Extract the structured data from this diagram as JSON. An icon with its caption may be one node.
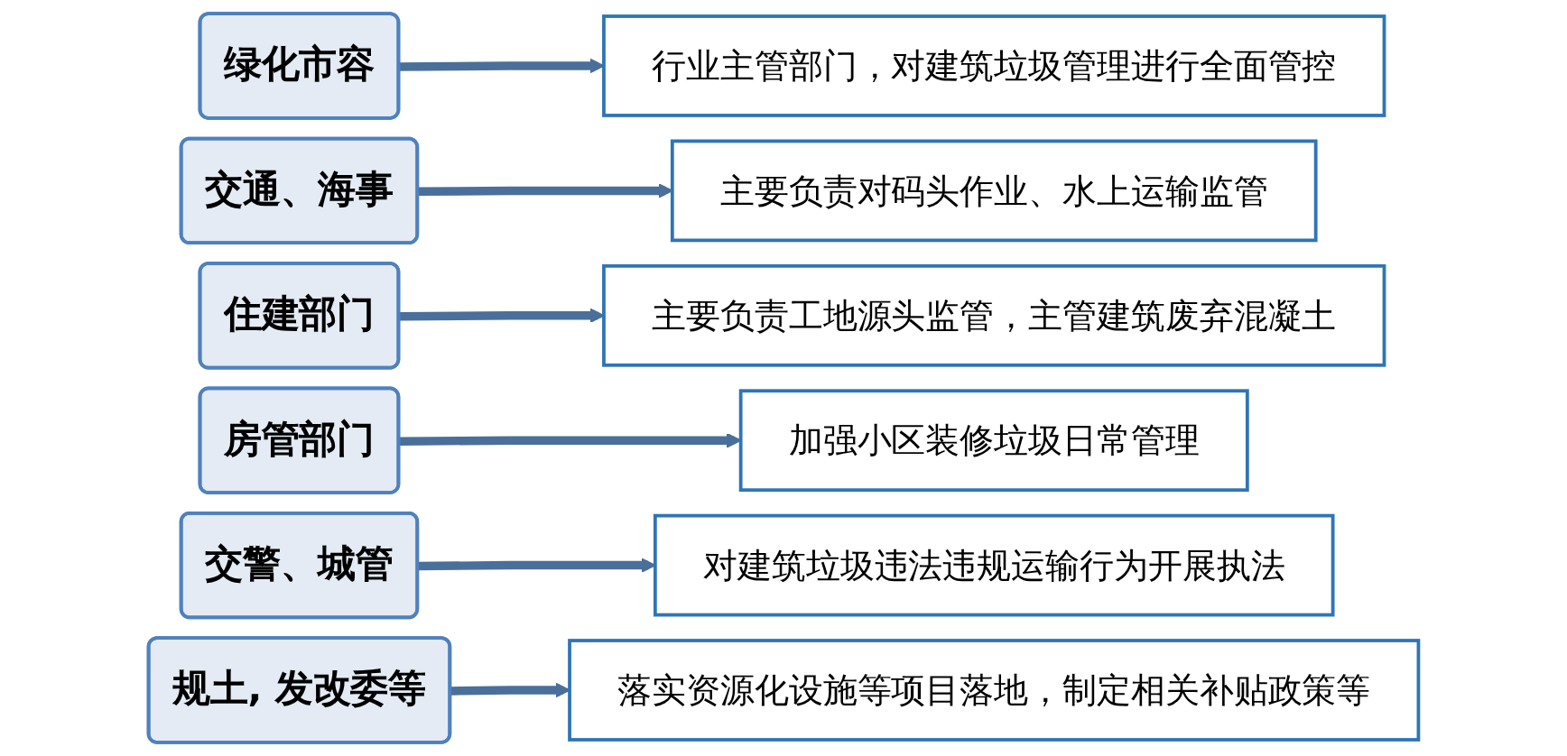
{
  "diagram": {
    "nodes": [
      {
        "text": [
          "绿化市容"
        ]
      },
      {
        "text": [
          "行业主管部门，对建筑垃圾管理进行全面管控"
        ]
      },
      {
        "text": [
          "交通、海事"
        ]
      },
      {
        "text": [
          "主要负责对码头作业、水上运输监管"
        ]
      },
      {
        "text": [
          "住建部门"
        ]
      },
      {
        "text": [
          "主要负责工地源头监管，主管建筑废弃混凝土"
        ]
      },
      {
        "text": [
          "房管部门"
        ]
      },
      {
        "text": [
          "加强小区装修垃圾日常管理"
        ]
      },
      {
        "text": [
          "交警、城管"
        ]
      },
      {
        "text": [
          "对建筑垃圾违法违规运输行为开展执法"
        ]
      },
      {
        "text": [
          "规土, 发改委等"
        ]
      },
      {
        "text": [
          "落实资源化设施等项目落地，制定相关补贴政策等"
        ]
      }
    ],
    "edges": [
      {
        "from": 0,
        "to": 1,
        "arrow": "to"
      },
      {
        "from": 2,
        "to": 3,
        "arrow": "to"
      },
      {
        "from": 4,
        "to": 5,
        "arrow": "to"
      },
      {
        "from": 6,
        "to": 7,
        "arrow": "to"
      },
      {
        "from": 8,
        "to": 9,
        "arrow": "to"
      },
      {
        "from": 10,
        "to": 11,
        "arrow": "to"
      }
    ]
  }
}
